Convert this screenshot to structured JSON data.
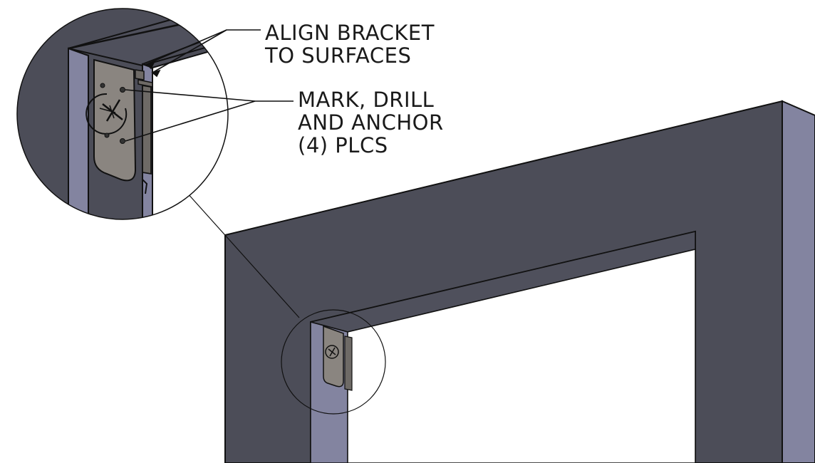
{
  "callouts": {
    "align": {
      "line1": "ALIGN BRACKET",
      "line2": "TO SURFACES"
    },
    "mark": {
      "line1": "MARK, DRILL",
      "line2": "AND ANCHOR",
      "line3": "(4) PLCS"
    }
  },
  "colors": {
    "frame_face": "#4c4d58",
    "frame_side": "#8384a0",
    "frame_top_edge": "#5b5c68",
    "bracket": "#8a8580",
    "outline": "#1a1a1a",
    "background": "#ffffff"
  }
}
